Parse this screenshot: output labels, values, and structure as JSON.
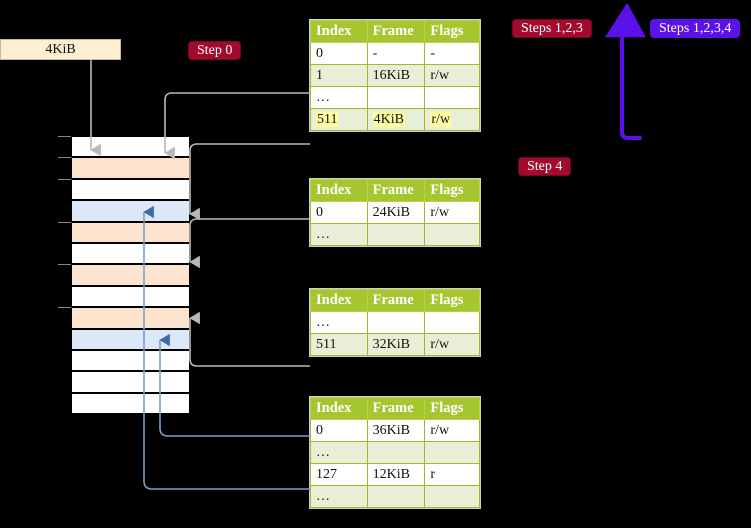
{
  "labels": {
    "kib_box": "4KiB",
    "step0": "Step 0",
    "step4": "Step 4",
    "steps123": "Steps 1,2,3",
    "steps1234": "Steps 1,2,3,4"
  },
  "colors": {
    "badge_red": "#a30b2e",
    "badge_blue": "#5b12e8",
    "table_header": "#a5c62e",
    "table_alt_row": "#e8efd6",
    "highlight_yellow": "#fdfda0",
    "mem_orange": "#fce3cd",
    "mem_blue": "#dce8f7",
    "kib_box_bg": "#fcefd2",
    "wire_gray": "#b0b0b0",
    "wire_blue": "#7d9ec9",
    "arrow_blue": "#5b12e8",
    "background": "#000000"
  },
  "columns": [
    "Index",
    "Frame",
    "Flags"
  ],
  "tables": [
    {
      "name": "level-1-table",
      "rows": [
        {
          "style": "plain",
          "index": "0",
          "frame": "-",
          "flags": "-",
          "hl": false
        },
        {
          "style": "alt",
          "index": "1",
          "frame": "16KiB",
          "flags": "r/w",
          "hl": false
        },
        {
          "style": "plain",
          "index": "…",
          "frame": "",
          "flags": "",
          "hl": false
        },
        {
          "style": "alt",
          "index": "511",
          "frame": "4KiB",
          "flags": "r/w",
          "hl": true
        }
      ]
    },
    {
      "name": "level-2-table",
      "rows": [
        {
          "style": "plain",
          "index": "0",
          "frame": "24KiB",
          "flags": "r/w",
          "hl": false
        },
        {
          "style": "alt",
          "index": "…",
          "frame": "",
          "flags": "",
          "hl": false
        }
      ]
    },
    {
      "name": "level-3-table",
      "rows": [
        {
          "style": "plain",
          "index": "…",
          "frame": "",
          "flags": "",
          "hl": false
        },
        {
          "style": "alt",
          "index": "511",
          "frame": "32KiB",
          "flags": "r/w",
          "hl": false
        }
      ]
    },
    {
      "name": "level-4-table",
      "rows": [
        {
          "style": "plain",
          "index": "0",
          "frame": "36KiB",
          "flags": "r/w",
          "hl": false
        },
        {
          "style": "alt",
          "index": "…",
          "frame": "",
          "flags": "",
          "hl": false
        },
        {
          "style": "plain",
          "index": "127",
          "frame": "12KiB",
          "flags": "r",
          "hl": false
        },
        {
          "style": "alt",
          "index": "…",
          "frame": "",
          "flags": "",
          "hl": false
        }
      ]
    }
  ],
  "memory_rows": [
    {
      "fill": "white",
      "tick": true
    },
    {
      "fill": "orange",
      "tick": true
    },
    {
      "fill": "white",
      "tick": true
    },
    {
      "fill": "blue",
      "tick": false
    },
    {
      "fill": "orange",
      "tick": true
    },
    {
      "fill": "white",
      "tick": false
    },
    {
      "fill": "orange",
      "tick": true
    },
    {
      "fill": "white",
      "tick": false
    },
    {
      "fill": "orange",
      "tick": true
    },
    {
      "fill": "blue",
      "tick": false
    },
    {
      "fill": "white",
      "tick": false
    },
    {
      "fill": "white",
      "tick": false
    },
    {
      "fill": "white",
      "tick": false
    }
  ]
}
